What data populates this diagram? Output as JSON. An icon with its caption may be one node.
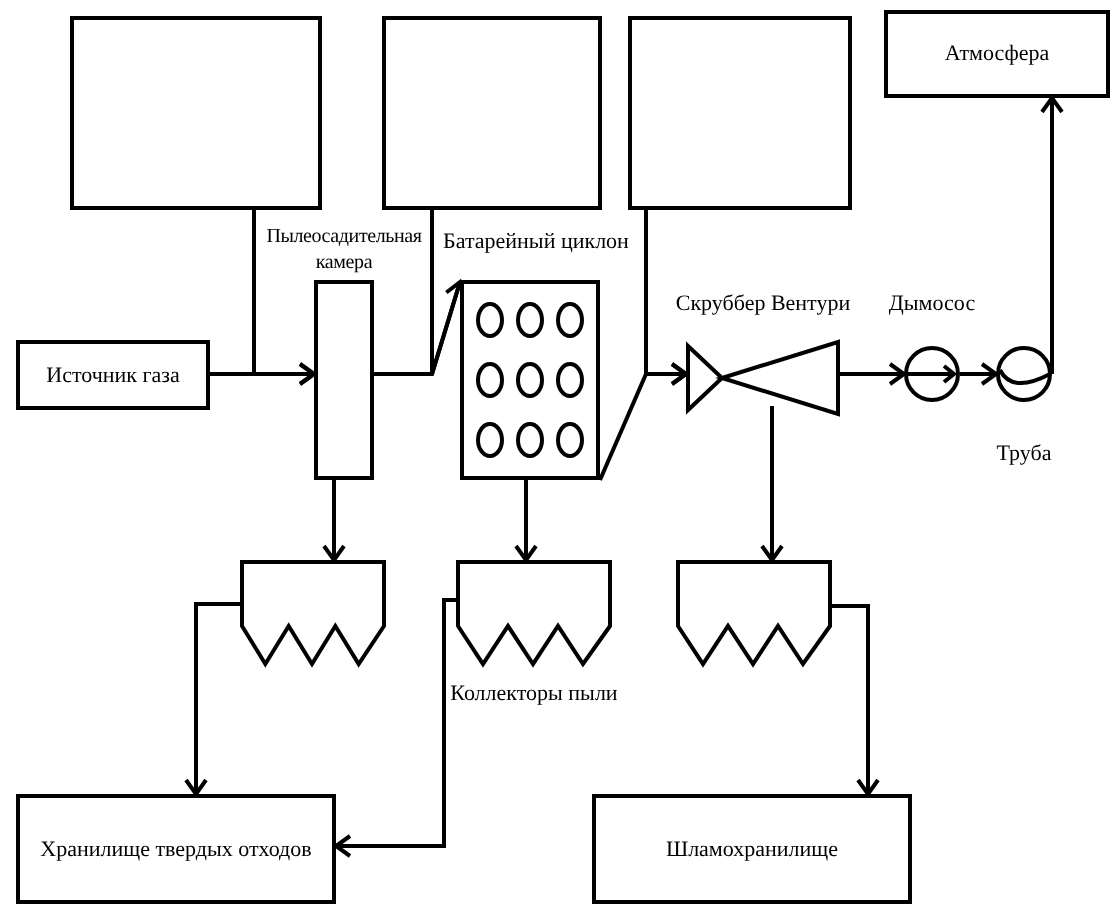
{
  "diagram": {
    "nodes": [
      {
        "text": [],
        "shape": "box"
      },
      {
        "text": [],
        "shape": "box"
      },
      {
        "text": [],
        "shape": "box"
      },
      {
        "text": [
          "Атмосфера"
        ]
      },
      {
        "text": [
          "Источник газа"
        ]
      },
      {
        "text": [
          "Пылеосадительная камера"
        ]
      },
      {
        "text": [
          "Батарейный циклон"
        ]
      },
      {
        "text": [
          "Скруббер Вентури"
        ]
      },
      {
        "text": [
          "Дымосос"
        ]
      },
      {
        "text": [
          "Труба"
        ]
      },
      {
        "text": [],
        "shape": "hopper"
      },
      {
        "text": [],
        "shape": "hopper"
      },
      {
        "text": [],
        "shape": "hopper"
      },
      {
        "text": [
          "Хранилище твердых отходов"
        ]
      },
      {
        "text": [
          "Шламохранилище"
        ]
      }
    ],
    "edges": [
      {
        "from": 4,
        "to": 5,
        "arrow": "to"
      },
      {
        "from": 0,
        "to": 5,
        "arrow": "to"
      },
      {
        "from": 5,
        "to": 6,
        "arrow": "to"
      },
      {
        "from": 1,
        "to": 6,
        "arrow": "none"
      },
      {
        "from": 6,
        "to": 7,
        "arrow": "to"
      },
      {
        "from": 2,
        "to": 7,
        "arrow": "to"
      },
      {
        "from": 7,
        "to": 8,
        "arrow": "to"
      },
      {
        "from": 8,
        "to": 9,
        "arrow": "to"
      },
      {
        "from": 9,
        "to": 3,
        "arrow": "to"
      },
      {
        "from": 5,
        "to": 10,
        "arrow": "to"
      },
      {
        "from": 6,
        "to": 11,
        "arrow": "to"
      },
      {
        "from": 7,
        "to": 12,
        "arrow": "to"
      },
      {
        "from": 10,
        "to": 13,
        "arrow": "to"
      },
      {
        "from": 11,
        "to": 13,
        "arrow": "to"
      },
      {
        "from": 12,
        "to": 14,
        "arrow": "to"
      }
    ],
    "labels": [
      "Коллекторы пыли"
    ]
  }
}
